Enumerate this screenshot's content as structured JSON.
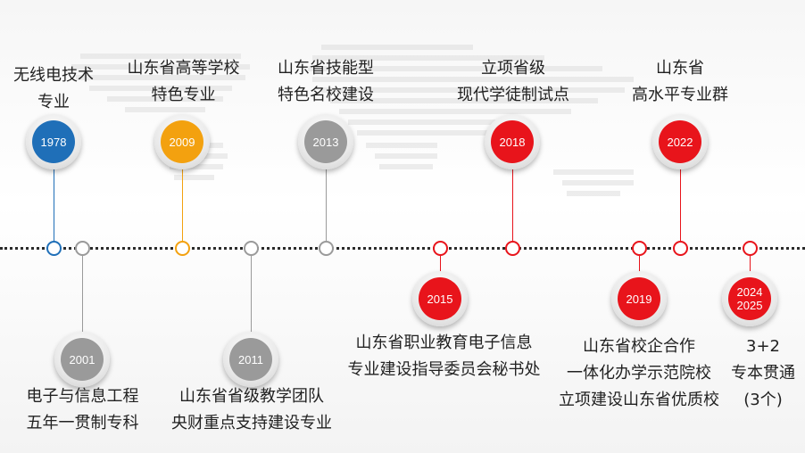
{
  "colors": {
    "blue": "#1f6fb8",
    "orange": "#f3a10f",
    "gray": "#9a9a9a",
    "red": "#e8141b",
    "axis": "#2b2b2b"
  },
  "milestones": [
    {
      "year": "1978",
      "lines": [
        "无线电技术",
        "专业"
      ],
      "color": "blue"
    },
    {
      "year": "2001",
      "lines": [
        "电子与信息工程",
        "五年一贯制专科"
      ],
      "color": "gray"
    },
    {
      "year": "2009",
      "lines": [
        "山东省高等学校",
        "特色专业"
      ],
      "color": "orange"
    },
    {
      "year": "2011",
      "lines": [
        "山东省省级教学团队",
        "央财重点支持建设专业"
      ],
      "color": "gray"
    },
    {
      "year": "2013",
      "lines": [
        "山东省技能型",
        "特色名校建设"
      ],
      "color": "gray"
    },
    {
      "year": "2015",
      "lines": [
        "山东省职业教育电子信息",
        "专业建设指导委员会秘书处"
      ],
      "color": "red"
    },
    {
      "year": "2018",
      "lines": [
        "立项省级",
        "现代学徒制试点"
      ],
      "color": "red"
    },
    {
      "year": "2019",
      "lines": [
        "山东省校企合作",
        "一体化办学示范院校",
        "立项建设山东省优质校"
      ],
      "color": "red"
    },
    {
      "year": "2022",
      "lines": [
        "山东省",
        "高水平专业群"
      ],
      "color": "red"
    },
    {
      "year_lines": [
        "2024",
        "2025"
      ],
      "lines": [
        "3+2",
        "专本贯通",
        "(3个)"
      ],
      "color": "red"
    }
  ]
}
